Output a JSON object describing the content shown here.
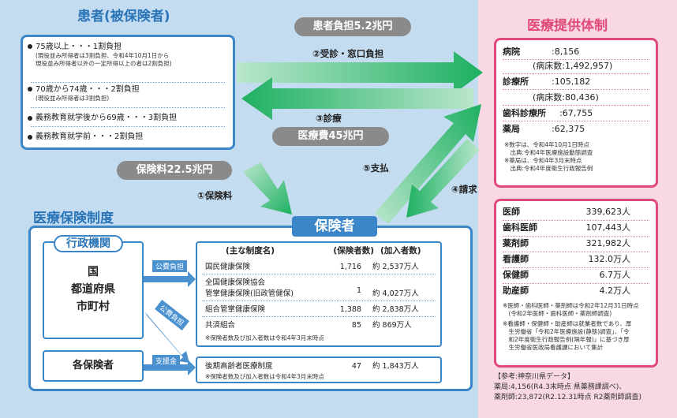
{
  "patients": {
    "title": "患者(被保険者)",
    "rows": [
      {
        "main": "75歳以上・・・1割負担",
        "sub1": "(現役並み所得者は3割負担、令和4年10月1日から",
        "sub2": "現役並み所得者以外の一定所得以上の者は2割負担)"
      },
      {
        "main": "70歳から74歳・・・2割負担",
        "sub1": "(現役並み所得者は3割負担)",
        "sub2": ""
      },
      {
        "main": "義務教育就学後から69歳・・・3割負担",
        "sub1": "",
        "sub2": ""
      },
      {
        "main": "義務教育就学前・・・2割負担",
        "sub1": "",
        "sub2": ""
      }
    ]
  },
  "flows": {
    "patient_burden": "患者負担5.2兆円",
    "visit": "②受診・窓口負担",
    "treatment": "③診療",
    "medical_cost": "医療費45兆円",
    "premium": "保険料22.5兆円",
    "premium_arrow": "①保険料",
    "payment": "⑤支払",
    "claim": "④請求"
  },
  "providers": {
    "title": "医療提供体制",
    "facilities": [
      {
        "name": "病院",
        "value": ":8,156"
      },
      {
        "name": "",
        "value": "(病床数:1,492,957)"
      },
      {
        "name": "診療所",
        "value": ":105,182"
      },
      {
        "name": "",
        "value": "(病床数:80,436)"
      },
      {
        "name": "歯科診療所",
        "value": ":67,755"
      },
      {
        "name": "薬局",
        "value": ":62,375"
      }
    ],
    "facility_notes": [
      "※数字は、令和4年10月1日時点",
      "　出典:令和4年医療施設動態調査",
      "※薬局は、令和4年3月末時点",
      "　出典:令和4年度衛生行政報告例"
    ],
    "professions": [
      {
        "name": "医師",
        "value": "339,623人"
      },
      {
        "name": "歯科医師",
        "value": "107,443人"
      },
      {
        "name": "薬剤師",
        "value": "321,982人"
      },
      {
        "name": "看護師",
        "value": "132.0万人"
      },
      {
        "name": "保健師",
        "value": "6.7万人"
      },
      {
        "name": "助産師",
        "value": "4.2万人"
      }
    ],
    "profession_notes": [
      "※医師・歯科医師・薬剤師は令和2年12月31日時点",
      "　(令和2年医師・歯科医師・薬剤師調査)",
      "※看護師・保健師・助産師は就業者数であり、厚",
      "　生労働省「令和2年医療施設(静態)調査」、「令",
      "　和2年度衛生行政報告例(隔年報)」に基づき厚",
      "　生労働省医政局看護課において集計"
    ],
    "reference": [
      "【参考:神奈川県データ】",
      "薬局:4,156(R4.3末時点 県薬務課調べ)、",
      "薬剤師:23,872(R2.12.31時点 R2薬剤師調査)"
    ]
  },
  "system": {
    "title": "医療保険制度",
    "insurer": "保険者",
    "admin_title": "行政機関",
    "admin_body": [
      "国",
      "都道府県",
      "市町村"
    ],
    "public1": "公費負担",
    "public2": "公費負担",
    "support": "支援金",
    "each_insurer": "各保険者",
    "headers": [
      "(主な制度名)",
      "(保険者数)",
      "(加入者数)"
    ],
    "rows": [
      {
        "name": "国民健康保険",
        "count": "1,716",
        "members": "約 2,537万人"
      },
      {
        "name": "全国健康保険協会",
        "count": "",
        "members": ""
      },
      {
        "name": "管掌健康保険(旧政管健保)",
        "count": "1",
        "members": "約 4,027万人"
      },
      {
        "name": "組合管掌健康保険",
        "count": "1,388",
        "members": "約 2,838万人"
      },
      {
        "name": "共済組合",
        "count": "85",
        "members": "約 869万人"
      }
    ],
    "note1": "※保険者数及び加入者数は令和4年3月末時点",
    "elder": {
      "name": "後期高齢者医療制度",
      "count": "47",
      "members": "約 1,843万人"
    },
    "note2": "※保険者数及び加入者数は令和4年3月末時点"
  }
}
